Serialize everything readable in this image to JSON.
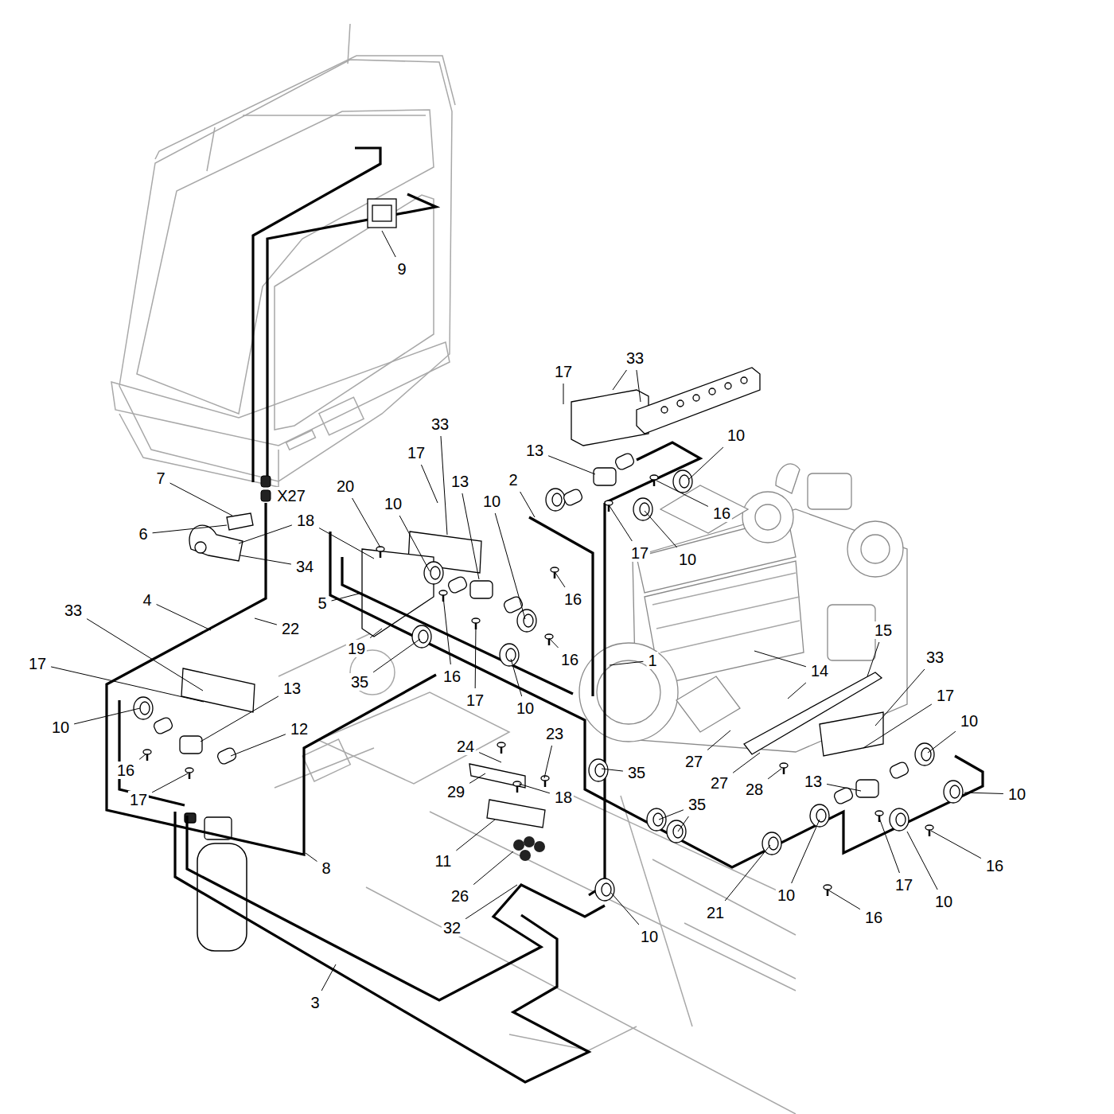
{
  "diagram": {
    "labels": [
      "9",
      "17",
      "33",
      "33",
      "17",
      "10",
      "13",
      "2",
      "13",
      "10",
      "10",
      "7",
      "X27",
      "20",
      "16",
      "18",
      "6",
      "17",
      "10",
      "34",
      "16",
      "4",
      "33",
      "5",
      "22",
      "16",
      "1",
      "15",
      "33",
      "17",
      "19",
      "14",
      "35",
      "16",
      "13",
      "17",
      "17",
      "10",
      "10",
      "10",
      "12",
      "23",
      "24",
      "27",
      "35",
      "16",
      "17",
      "29",
      "27",
      "28",
      "18",
      "13",
      "10",
      "35",
      "11",
      "8",
      "16",
      "26",
      "10",
      "17",
      "10",
      "21",
      "16",
      "32",
      "10",
      "3"
    ]
  }
}
